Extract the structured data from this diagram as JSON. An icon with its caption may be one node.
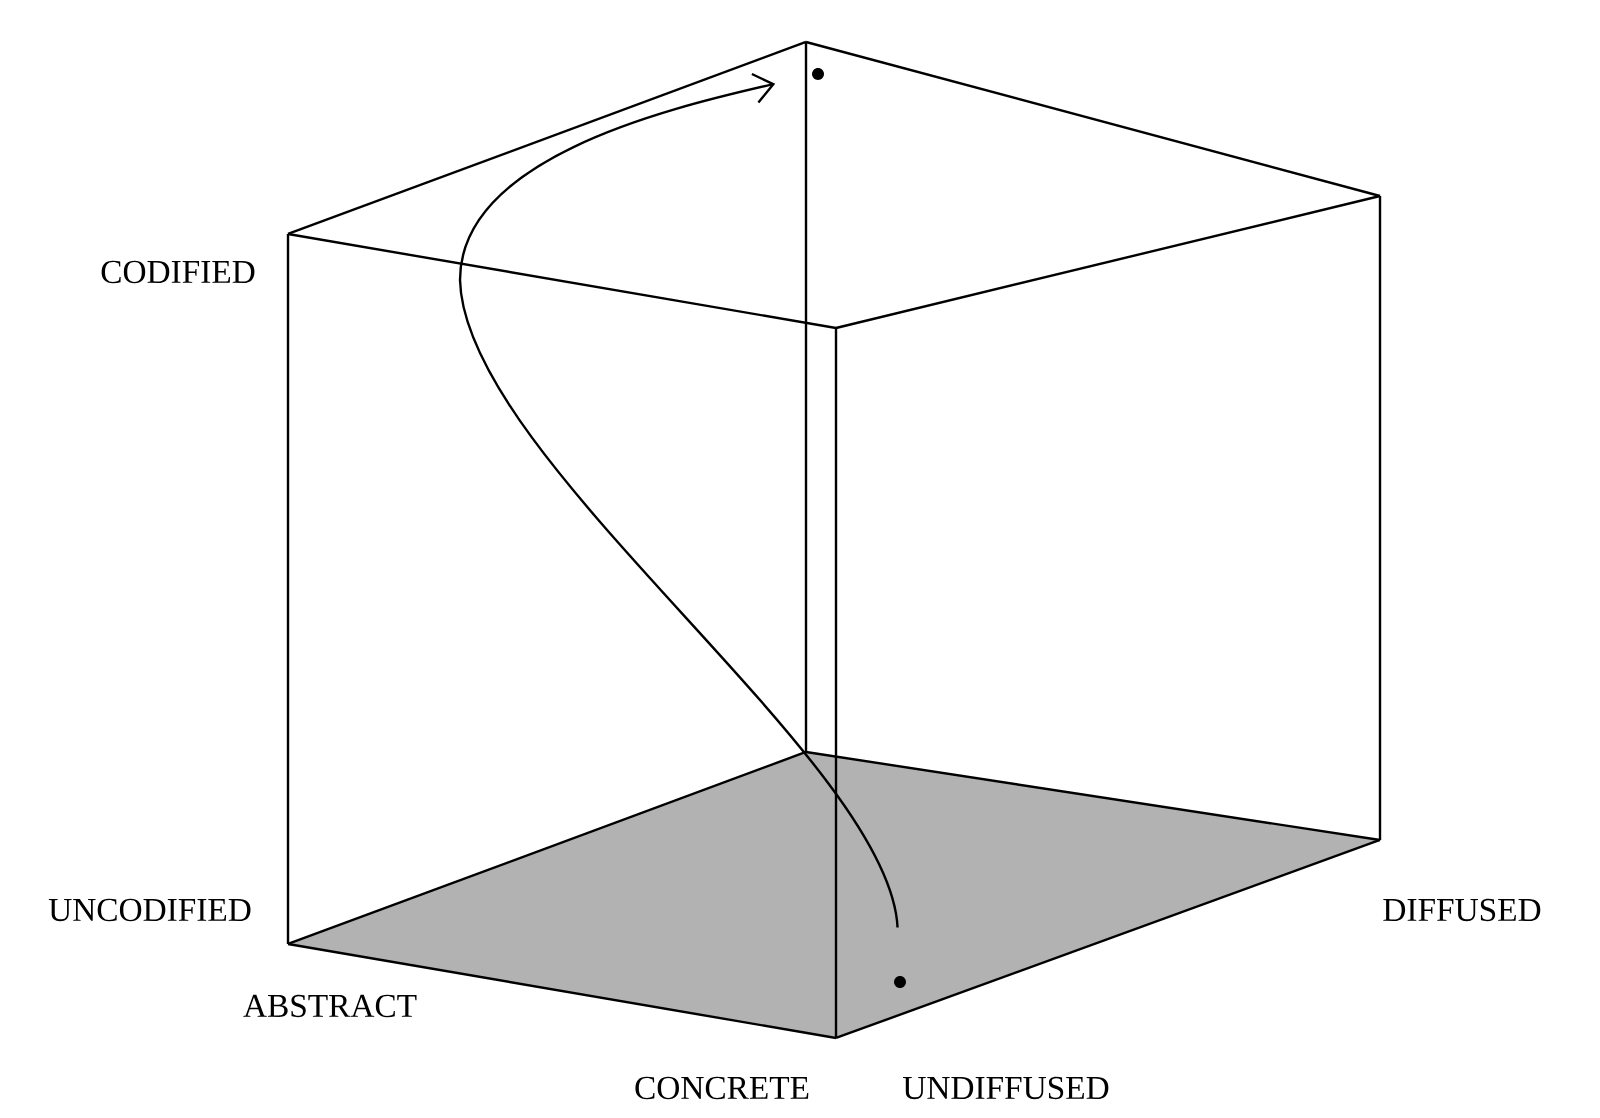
{
  "diagram": {
    "nodes": [
      {
        "text": [],
        "shape": "circle"
      },
      {
        "text": [],
        "shape": "circle"
      }
    ],
    "edges": [
      {
        "from": 0,
        "to": 1,
        "arrow": "to"
      }
    ],
    "labels": [
      "CODIFIED",
      "UNCODIFIED",
      "DIFFUSED",
      "ABSTRACT",
      "CONCRETE",
      "UNDIFFUSED"
    ]
  }
}
